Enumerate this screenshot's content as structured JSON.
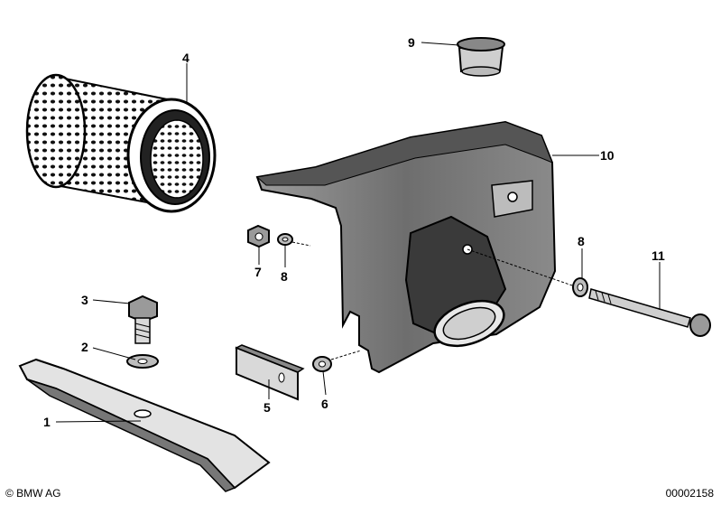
{
  "callouts": {
    "c1": "1",
    "c2": "2",
    "c3": "3",
    "c4": "4",
    "c5": "5",
    "c6": "6",
    "c7": "7",
    "c8a": "8",
    "c8b": "8",
    "c9": "9",
    "c10": "10",
    "c11": "11"
  },
  "footer": {
    "copyright": "© BMW AG",
    "diagram_number": "00002158"
  }
}
